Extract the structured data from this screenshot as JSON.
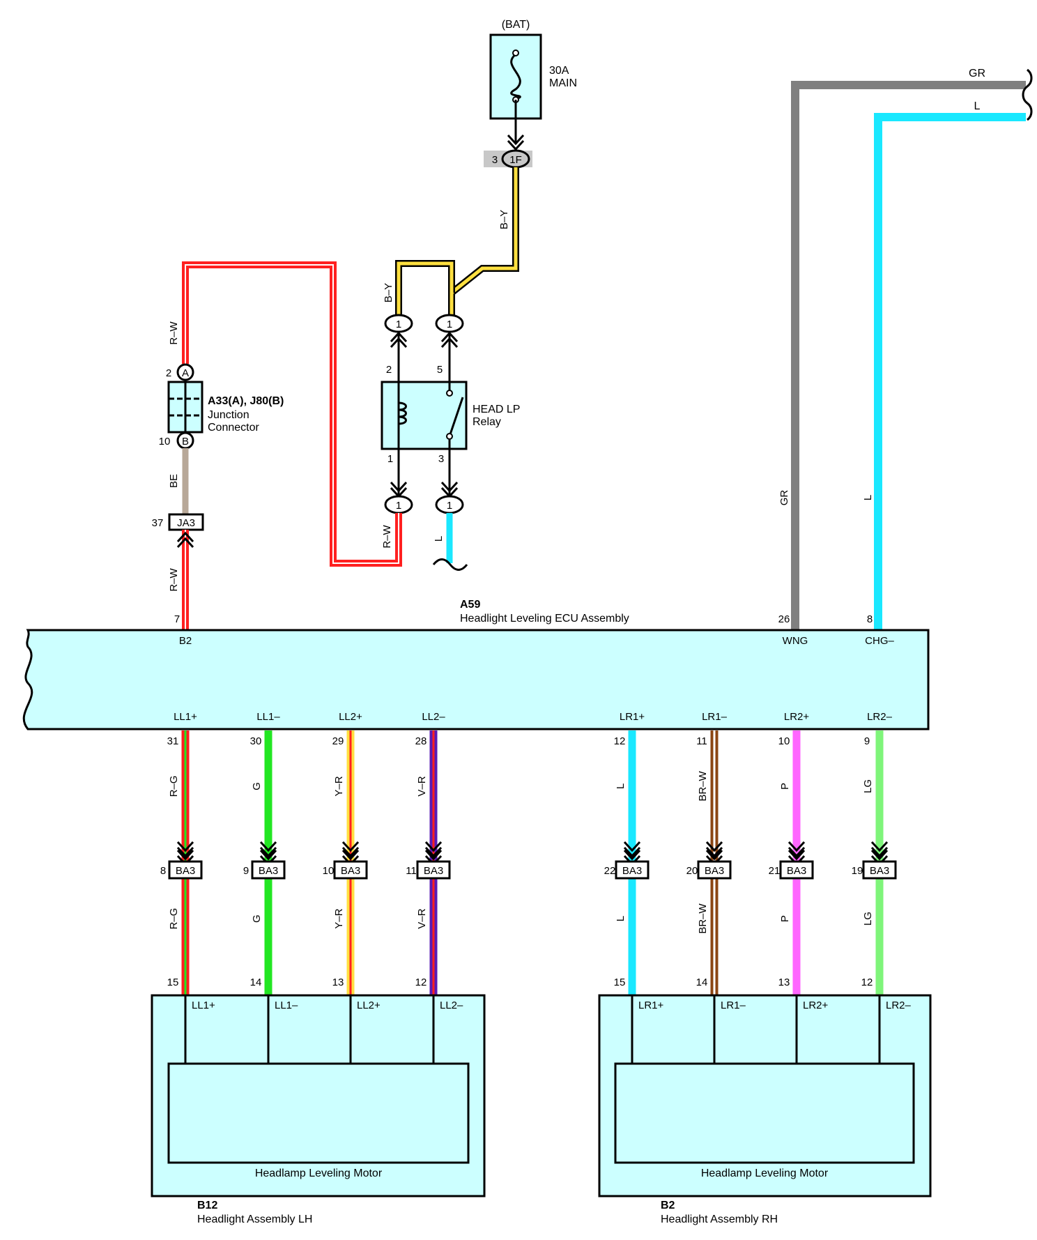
{
  "battery": {
    "label": "(BAT)"
  },
  "fuse": {
    "rating": "30A",
    "name": "MAIN"
  },
  "connector_1f": {
    "pin": "3",
    "label": "1F"
  },
  "relay": {
    "line1": "HEAD LP",
    "line2": "Relay",
    "pins": {
      "p1": "1",
      "p2": "2",
      "p3": "3",
      "p5": "5"
    },
    "conn_label": "1"
  },
  "junction": {
    "code": "A33(A), J80(B)",
    "line1": "Junction",
    "line2": "Connector",
    "pin_a": "2",
    "term_a": "A",
    "pin_b": "10",
    "term_b": "B"
  },
  "ja3": {
    "pin": "37",
    "label": "JA3"
  },
  "ecu": {
    "code": "A59",
    "name": "Headlight Leveling ECU Assembly",
    "top_pins": [
      {
        "num": "7",
        "term": "B2"
      },
      {
        "num": "26",
        "term": "WNG"
      },
      {
        "num": "8",
        "term": "CHG–"
      }
    ],
    "bottom_terms": [
      "LL1+",
      "LL1–",
      "LL2+",
      "LL2–",
      "LR1+",
      "LR1–",
      "LR2+",
      "LR2–"
    ],
    "bottom_pins": [
      "31",
      "30",
      "29",
      "28",
      "12",
      "11",
      "10",
      "9"
    ]
  },
  "wires": {
    "bat_to_relay": "B–Y",
    "relay_coil_in": "B–Y",
    "junction_top": "R–W",
    "junction_bottom": "BE",
    "ecu_b2": "R–W",
    "relay_coil_out": "R–W",
    "relay_switch_out": "L",
    "gr_top": "GR",
    "l_top": "L",
    "gr_side": "GR",
    "l_side": "L",
    "lower": [
      "R–G",
      "G",
      "Y–R",
      "V–R",
      "L",
      "BR–W",
      "P",
      "LG"
    ]
  },
  "ba3": {
    "label": "BA3",
    "pins": [
      "8",
      "9",
      "10",
      "11",
      "22",
      "20",
      "21",
      "19"
    ]
  },
  "headlight_lh": {
    "code": "B12",
    "name": "Headlight Assembly LH",
    "motor": "Headlamp Leveling Motor",
    "pins": [
      "15",
      "14",
      "13",
      "12"
    ],
    "terms": [
      "LL1+",
      "LL1–",
      "LL2+",
      "LL2–"
    ]
  },
  "headlight_rh": {
    "code": "B2",
    "name": "Headlight Assembly RH",
    "motor": "Headlamp Leveling Motor",
    "pins": [
      "15",
      "14",
      "13",
      "12"
    ],
    "terms": [
      "LR1+",
      "LR1–",
      "LR2+",
      "LR2–"
    ]
  },
  "colors": {
    "red": "#ff2020",
    "gray": "#808080",
    "cyan": "#1ae8ff",
    "yellow": "#ffe040",
    "tan": "#b8a898",
    "green": "#22e622",
    "purple": "#5a1ab4",
    "brown": "#8b4513",
    "pink": "#ff66ff",
    "lightgreen": "#7ff57a",
    "box": "#ccffff"
  }
}
